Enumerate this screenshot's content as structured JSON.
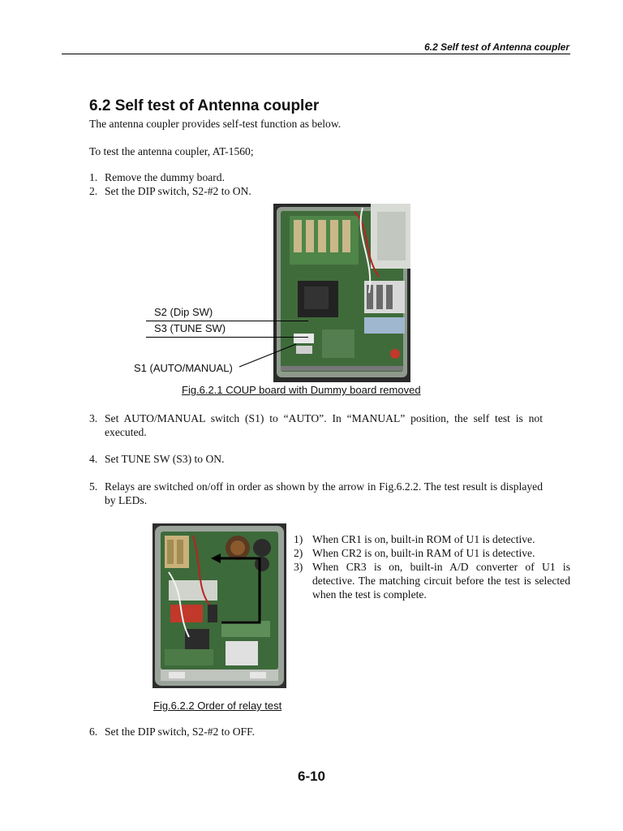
{
  "header": {
    "running_title": "6.2 Self test of Antenna coupler"
  },
  "section": {
    "title": "6.2 Self test of Antenna coupler",
    "intro": "The antenna coupler provides self-test function as below.",
    "lead": "To test the antenna coupler, AT-1560;"
  },
  "steps": [
    {
      "num": "1.",
      "text": "Remove the dummy board."
    },
    {
      "num": "2.",
      "text": "Set the DIP switch, S2-#2 to ON."
    },
    {
      "num": "3.",
      "text": "Set AUTO/MANUAL switch (S1) to “AUTO”. In “MANUAL” position, the self test is not executed."
    },
    {
      "num": "4.",
      "text": "Set TUNE SW (S3) to ON."
    },
    {
      "num": "5.",
      "text": "Relays are switched on/off in order as shown by the arrow in Fig.6.2.2. The test result is displayed by LEDs."
    },
    {
      "num": "6.",
      "text": "Set the DIP switch, S2-#2 to OFF."
    }
  ],
  "figure1": {
    "labels": {
      "s2": "S2 (Dip SW)",
      "s3": "S3 (TUNE SW)",
      "s1": "S1 (AUTO/MANUAL)"
    },
    "caption": "Fig.6.2.1 COUP board with Dummy board removed"
  },
  "figure2": {
    "caption": "Fig.6.2.2 Order of relay test",
    "notes": [
      {
        "num": "1)",
        "text": "When CR1 is on, built-in ROM of U1 is detective."
      },
      {
        "num": "2)",
        "text": "When CR2 is on, built-in RAM of U1 is detective."
      },
      {
        "num": "3)",
        "text": "When CR3 is on, built-in A/D converter of U1 is detective. The matching circuit before the test is selected when the test is complete."
      }
    ]
  },
  "footer": {
    "page_number": "6-10"
  }
}
